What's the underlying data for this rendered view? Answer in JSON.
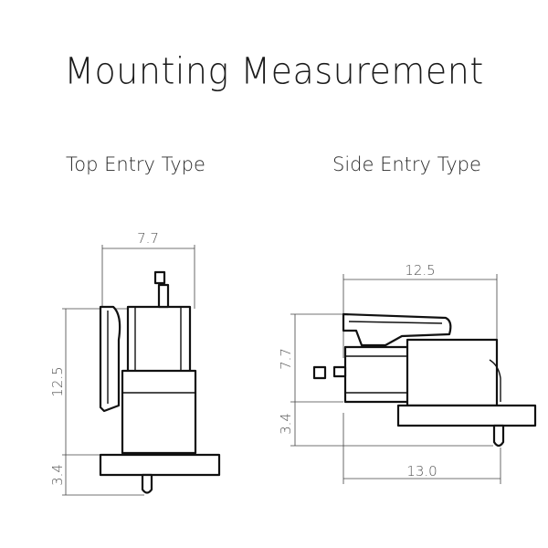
{
  "title": "Mounting Measurement",
  "views": {
    "top_entry": {
      "label": "Top Entry Type",
      "dim_width": "7.7",
      "dim_height": "12.5",
      "dim_pin": "3.4"
    },
    "side_entry": {
      "label": "Side Entry Type",
      "dim_width_top": "12.5",
      "dim_height": "7.7",
      "dim_pin": "3.4",
      "dim_width_bottom": "13.0"
    }
  },
  "colors": {
    "line": "#111111",
    "dimension": "#444444",
    "text": "#555555"
  }
}
